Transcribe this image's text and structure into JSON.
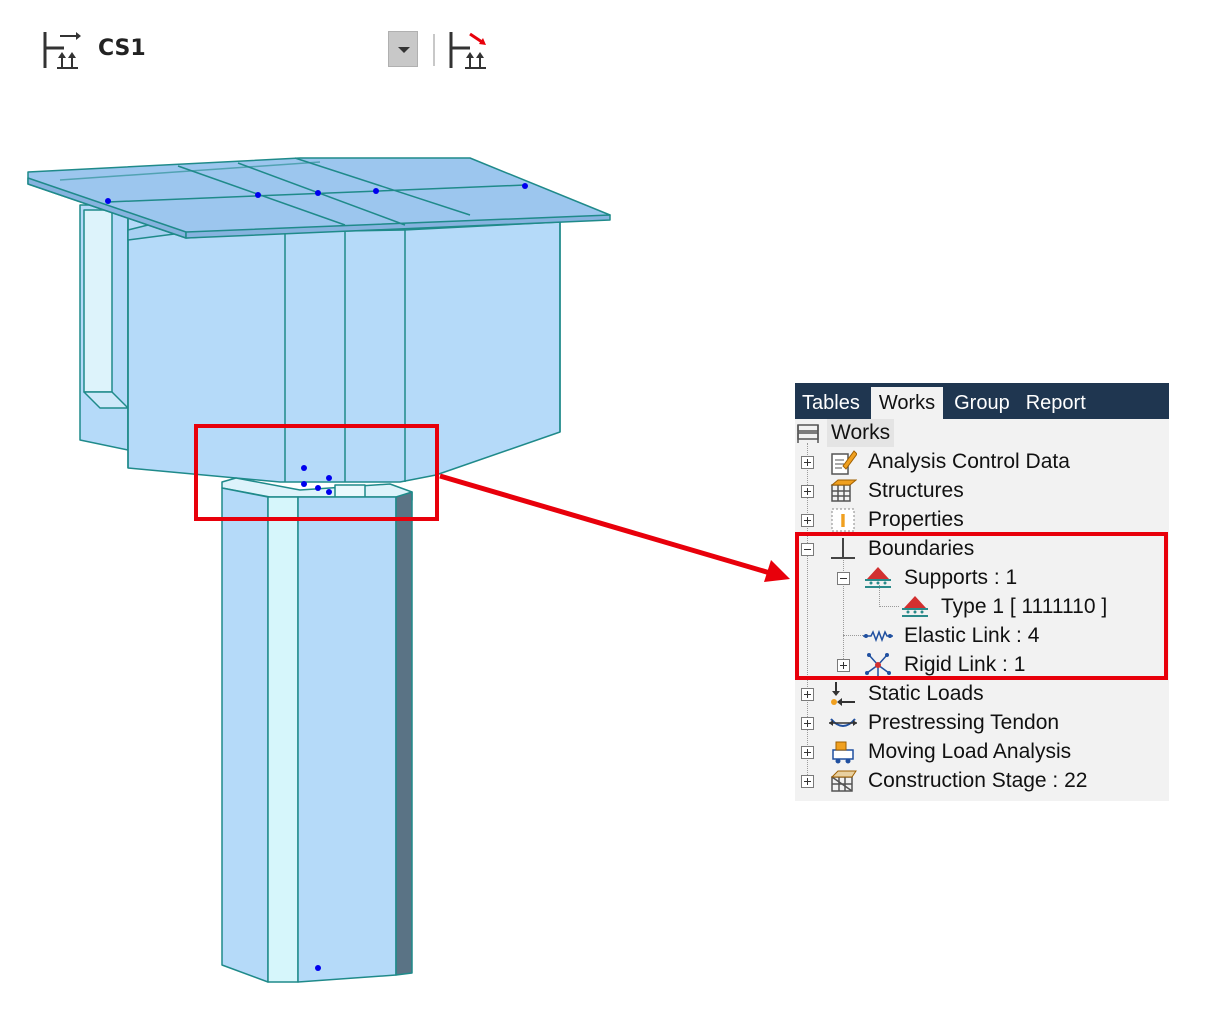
{
  "toolbar": {
    "stage_name": "CS1",
    "icons": [
      "construction-stage-icon",
      "dropdown-arrow-icon",
      "construction-stage-activate-icon"
    ]
  },
  "tree_panel": {
    "tabs": [
      {
        "label": "Tables",
        "active": false
      },
      {
        "label": "Works",
        "active": true
      },
      {
        "label": "Group",
        "active": false
      },
      {
        "label": "Report",
        "active": false
      }
    ],
    "root": "Works",
    "items": {
      "analysis_control": "Analysis Control Data",
      "structures": "Structures",
      "properties": "Properties",
      "boundaries": "Boundaries",
      "supports": "Supports : 1",
      "support_type": "Type 1 [ 1111110 ]",
      "elastic_link": "Elastic Link : 4",
      "rigid_link": "Rigid Link : 1",
      "static_loads": "Static Loads",
      "prestressing": "Prestressing Tendon",
      "moving_load": "Moving Load Analysis",
      "construction_stage": "Construction Stage : 22"
    }
  },
  "colors": {
    "model_fill": "#b5daf9",
    "model_edge": "#1f8a8a",
    "deck_fill": "#9cc6ee",
    "node_color": "#0000ee",
    "highlight": "#e8000b",
    "tab_bar": "#1f3650"
  }
}
